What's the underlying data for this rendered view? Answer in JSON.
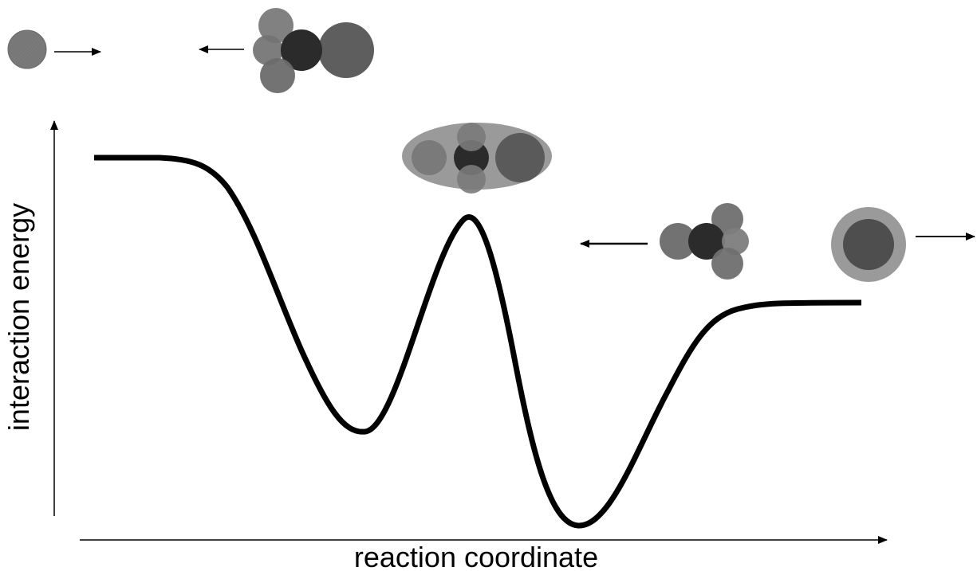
{
  "axes": {
    "x_label": "reaction coordinate",
    "y_label": "interaction energy"
  },
  "curve": {
    "description_type": "energy profile",
    "features": [
      "initial plateau",
      "first minimum",
      "transition-state maximum",
      "global minimum",
      "final plateau"
    ]
  },
  "colors": {
    "curve": "#000000",
    "axis": "#000000",
    "atom_light": "#7a7a7a",
    "atom_mid": "#5e5e5e",
    "atom_dark": "#2b2b2b",
    "halo": "#9a9a9a"
  },
  "icons": [
    "nucleophile-atom-icon",
    "substrate-molecule-icon",
    "transition-state-complex-icon",
    "product-molecule-icon",
    "leaving-group-icon"
  ]
}
